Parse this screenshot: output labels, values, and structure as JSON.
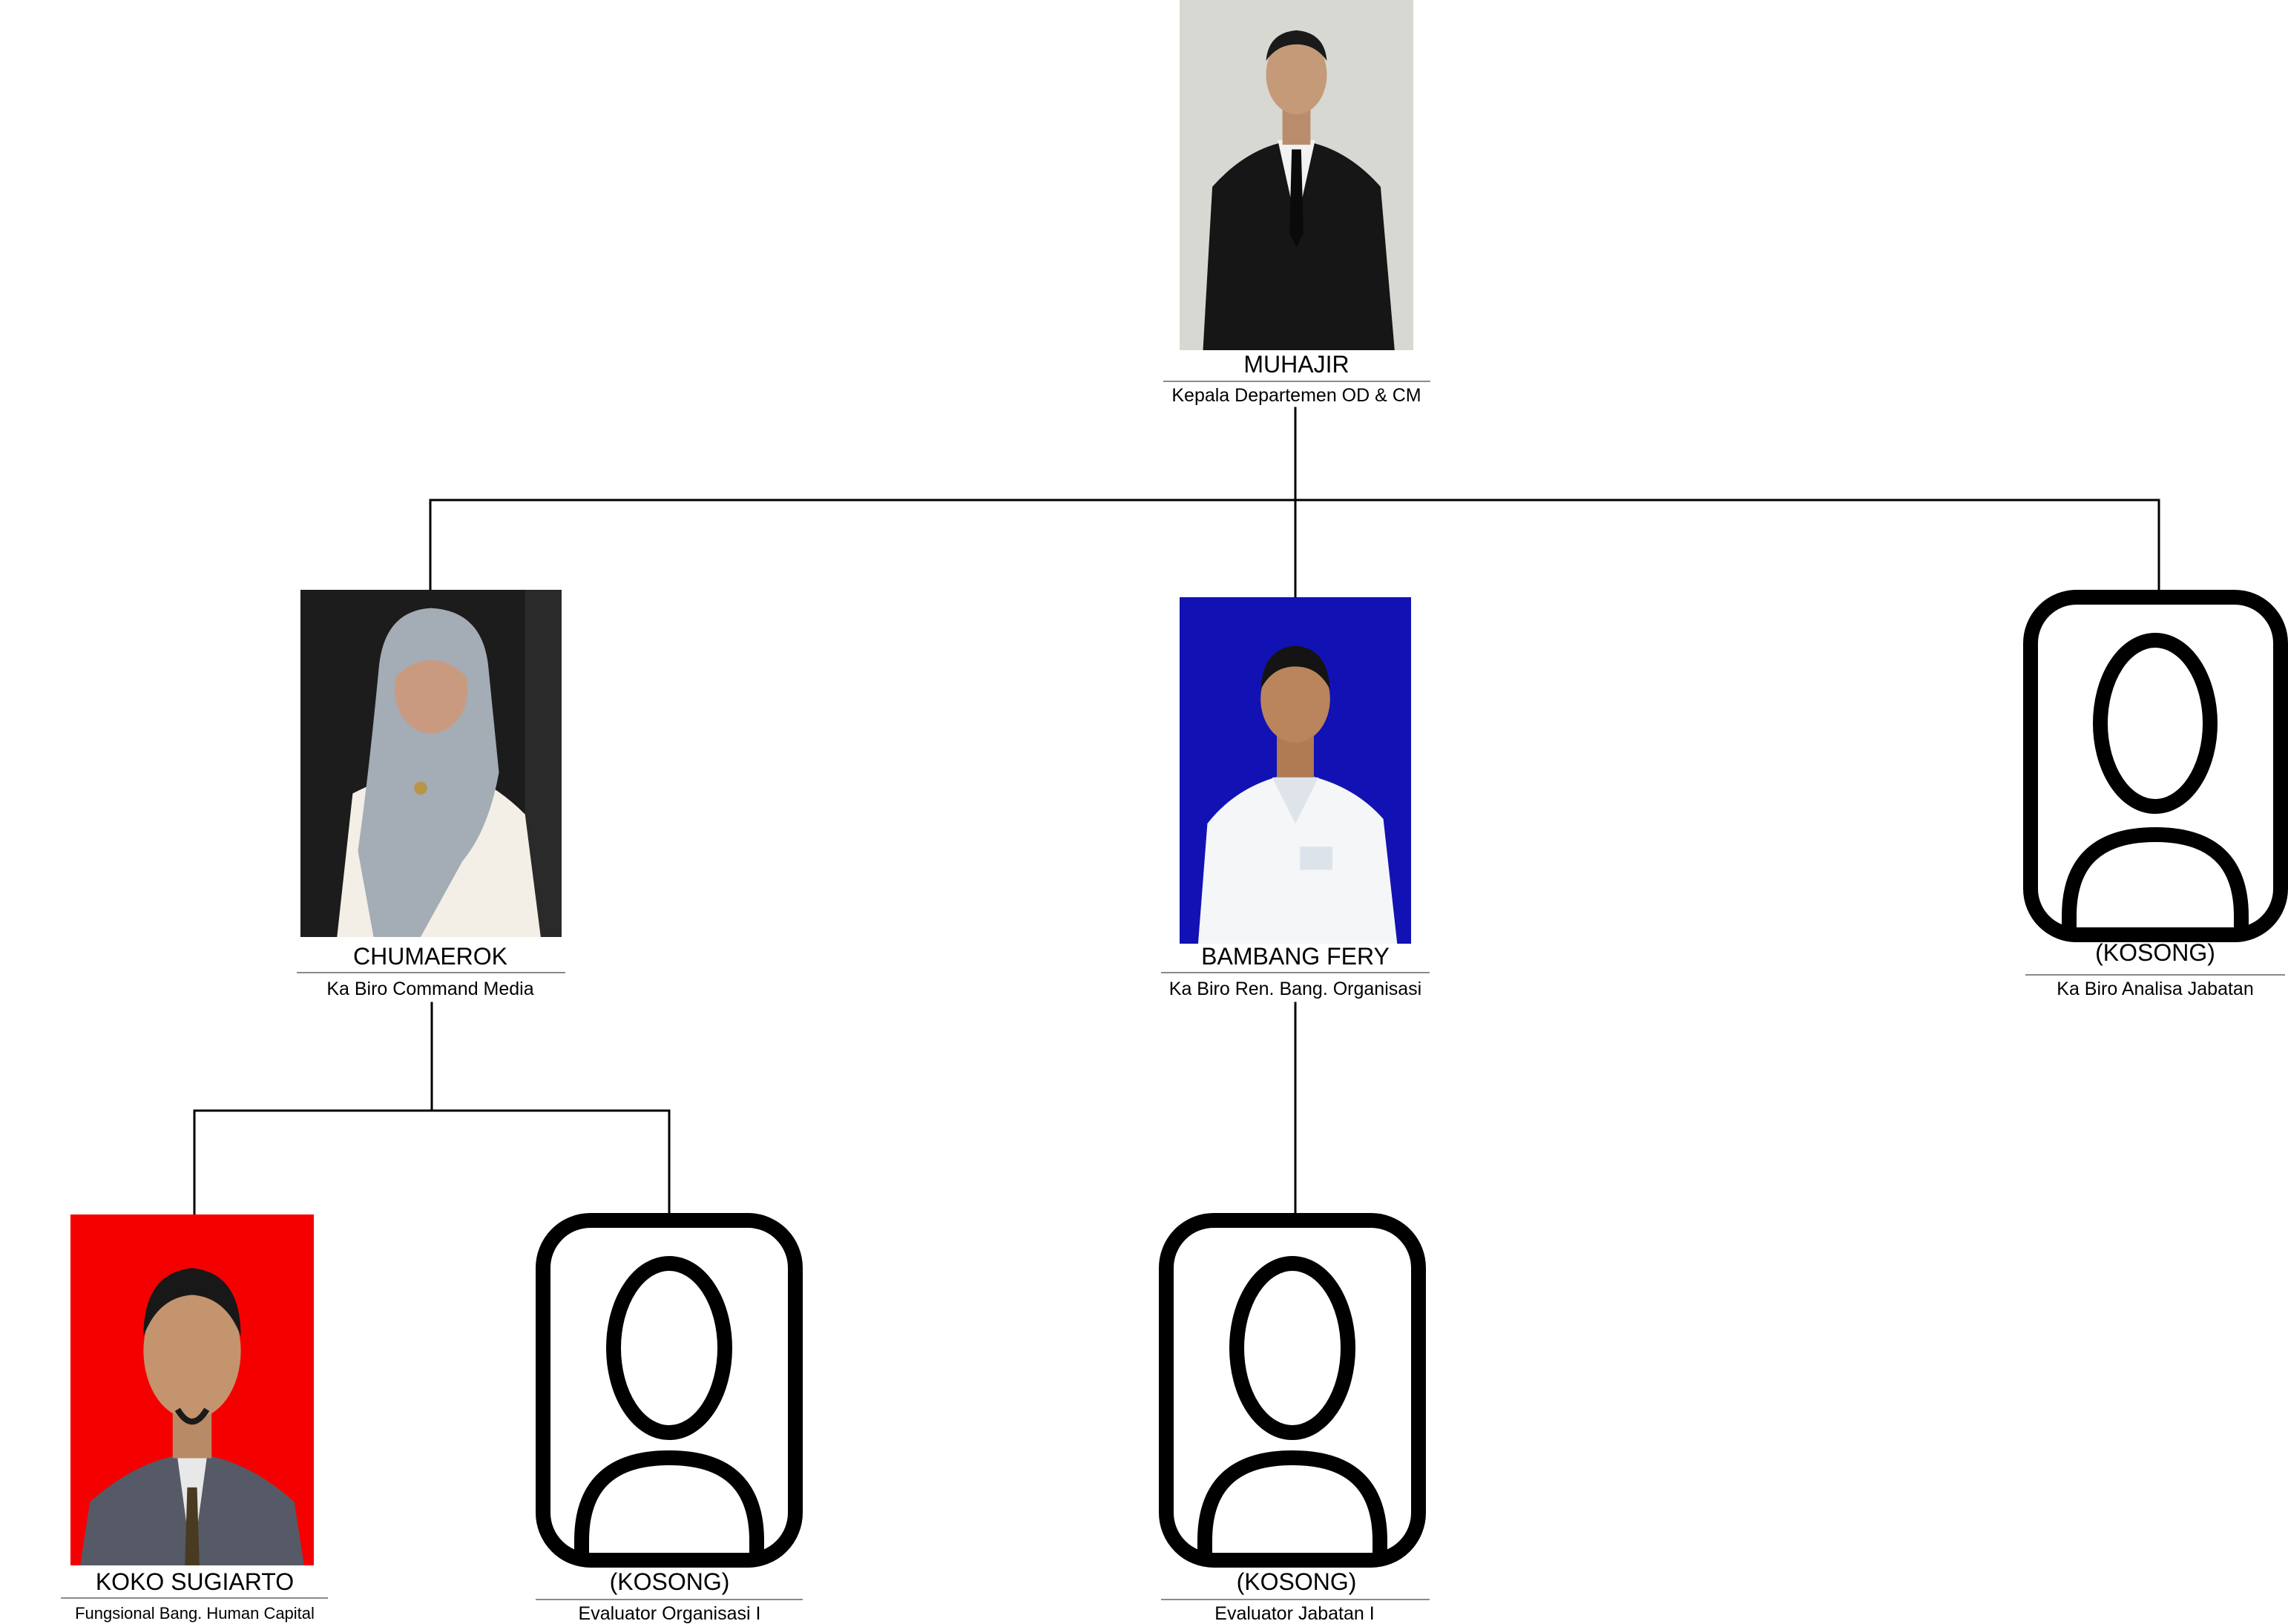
{
  "colors": {
    "line": "#000000",
    "rule": "#8a8a8a",
    "photo_bg_muhajir": "#d7d8d2",
    "photo_bg_chumaerok": "#1c1c1c",
    "photo_bg_bambang": "#1212b4",
    "photo_bg_koko": "#f50000"
  },
  "nodes": {
    "muhajir": {
      "name": "MUHAJIR",
      "title": "Kepala Departemen OD & CM",
      "photo": "person-photo-icon"
    },
    "chumaerok": {
      "name": "CHUMAEROK",
      "title": "Ka Biro Command Media",
      "photo": "person-photo-icon"
    },
    "bambang": {
      "name": "BAMBANG FERY",
      "title": "Ka Biro Ren. Bang. Organisasi",
      "photo": "person-photo-icon"
    },
    "analisa": {
      "name": "(KOSONG)",
      "title": "Ka Biro Analisa Jabatan",
      "photo": "empty-avatar-icon"
    },
    "koko": {
      "name": "KOKO SUGIARTO",
      "title": "Fungsional Bang. Human Capital",
      "photo": "person-photo-icon"
    },
    "evaluator_org": {
      "name": "(KOSONG)",
      "title": "Evaluator Organisasi I",
      "photo": "empty-avatar-icon"
    },
    "evaluator_jab": {
      "name": "(KOSONG)",
      "title": "Evaluator Jabatan I",
      "photo": "empty-avatar-icon"
    }
  }
}
